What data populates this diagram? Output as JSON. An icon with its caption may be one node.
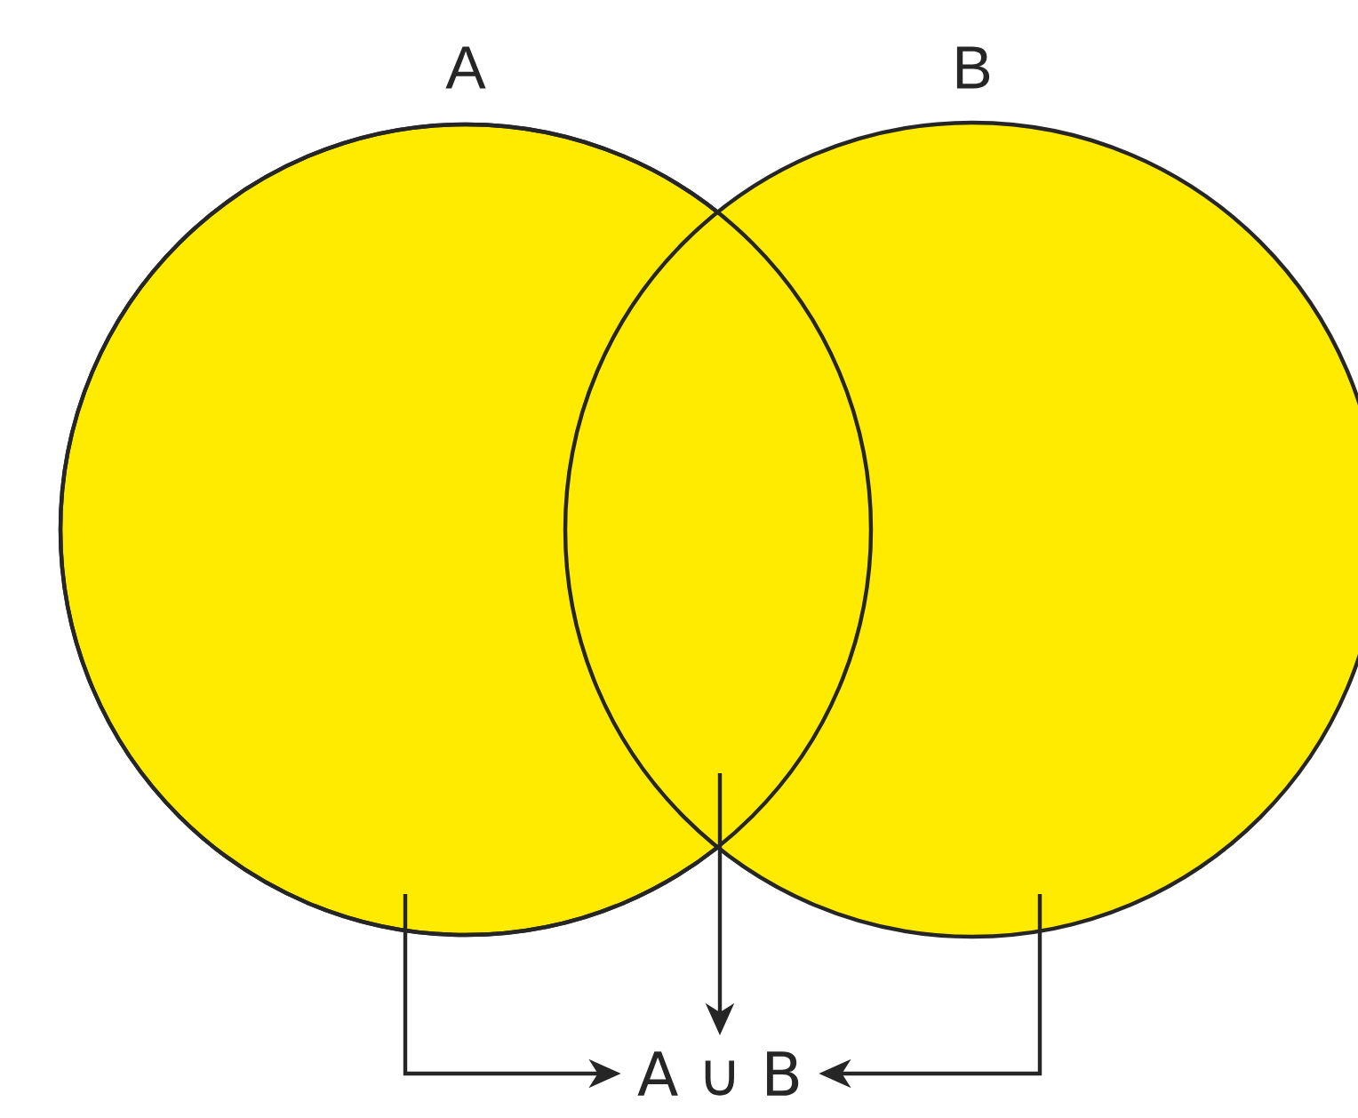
{
  "diagram": {
    "nodes": [
      {
        "text": [
          "A"
        ]
      },
      {
        "text": [
          "B"
        ]
      },
      {
        "text": [
          "A ∪ B"
        ]
      }
    ],
    "edges": [
      {
        "from": 0,
        "to": 2,
        "arrow": "to"
      },
      {
        "from": 0,
        "to": 2,
        "arrow": "to"
      },
      {
        "from": 1,
        "to": 2,
        "arrow": "to"
      },
      {
        "from": 1,
        "to": 2,
        "arrow": "to"
      }
    ]
  }
}
